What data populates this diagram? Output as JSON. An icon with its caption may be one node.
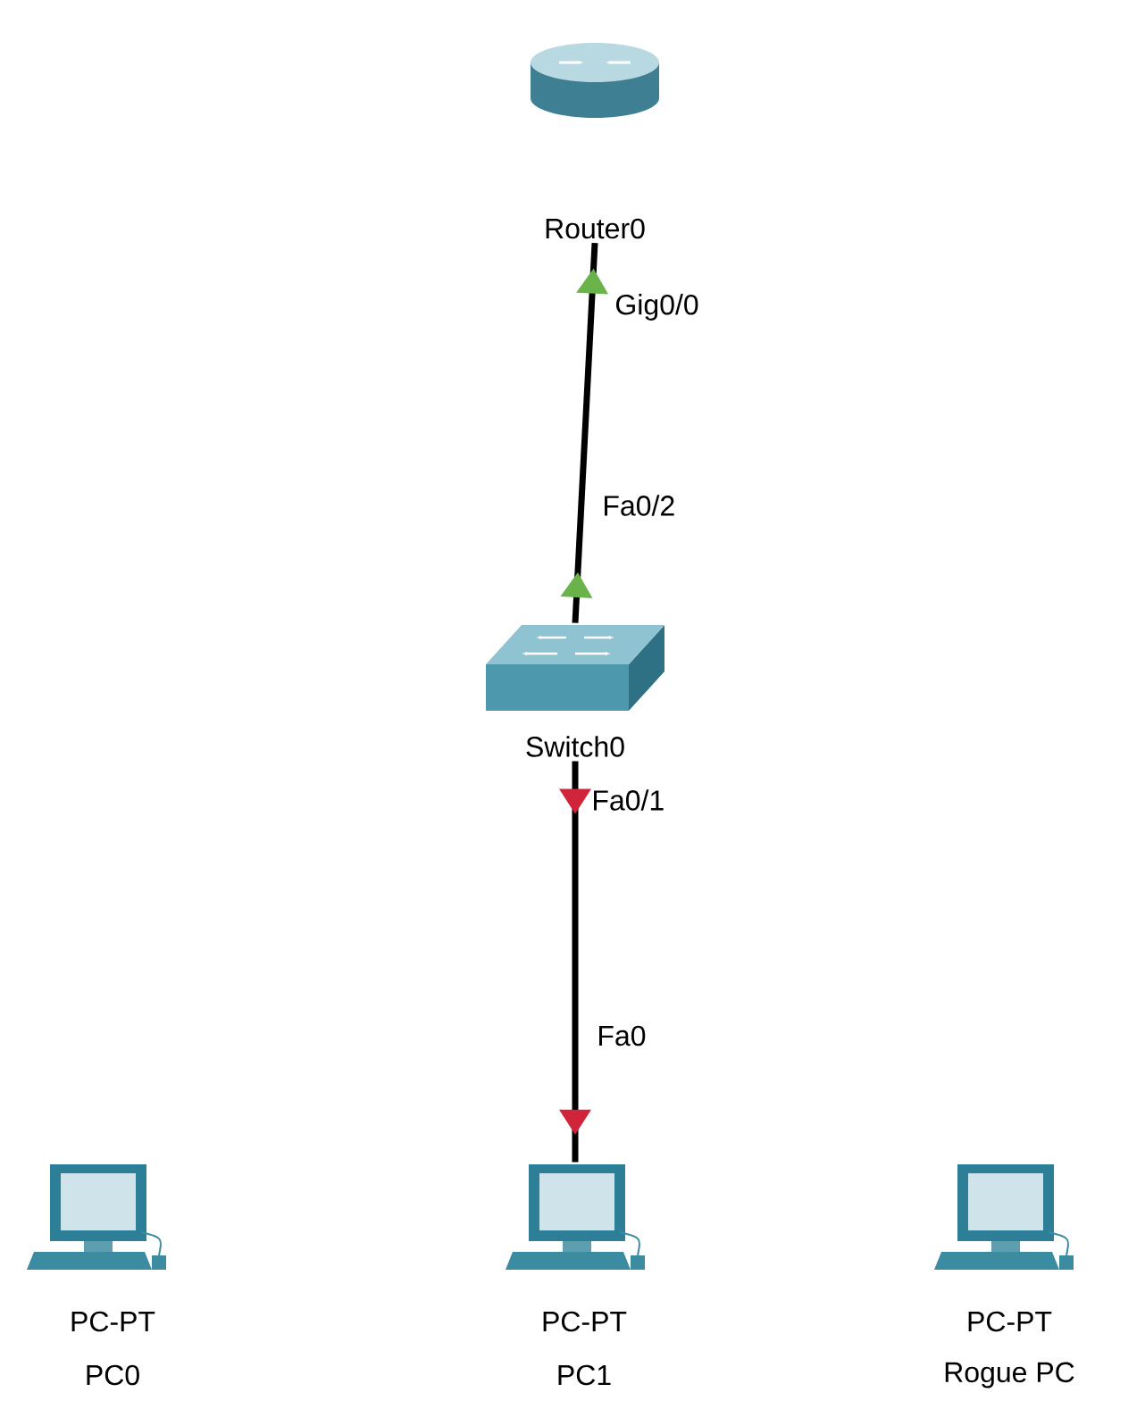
{
  "diagram": {
    "nodes": [
      {
        "text": [
          "Router0"
        ]
      },
      {
        "text": [
          "Switch0"
        ]
      },
      {
        "text": [
          "PC-PT",
          "PC0"
        ]
      },
      {
        "text": [
          "PC-PT",
          "PC1"
        ]
      },
      {
        "text": [
          "PC-PT",
          "Rogue PC"
        ]
      }
    ],
    "edges": [
      {
        "from": 1,
        "to": 0,
        "arrow": "to"
      },
      {
        "from": 1,
        "to": 3,
        "arrow": "to"
      }
    ],
    "labels": [
      "Gig0/0",
      "Fa0/2",
      "Fa0/1",
      "Fa0"
    ]
  }
}
